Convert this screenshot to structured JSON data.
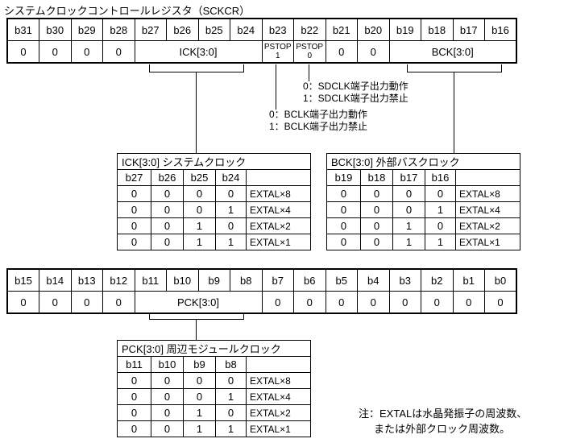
{
  "title": "システムクロックコントロールレジスタ（SCKCR）",
  "colors": {
    "text": "#000000",
    "border": "#000000",
    "background": "#ffffff"
  },
  "reg_high": {
    "bit_labels": [
      "b31",
      "b30",
      "b29",
      "b28",
      "b27",
      "b26",
      "b25",
      "b24",
      "b23",
      "b22",
      "b21",
      "b20",
      "b19",
      "b18",
      "b17",
      "b16"
    ],
    "value_row": {
      "b31_b28": [
        "0",
        "0",
        "0",
        "0"
      ],
      "ick": "ICK[3:0]",
      "pstop1": [
        "PSTOP",
        "1"
      ],
      "pstop0": [
        "PSTOP",
        "0"
      ],
      "b21_b20": [
        "0",
        "0"
      ],
      "bck": "BCK[3:0]"
    }
  },
  "annotations": {
    "pstop0_note": {
      "lines": [
        "0：SDCLK端子出力動作",
        "1：SDCLK端子出力禁止"
      ]
    },
    "pstop1_note": {
      "lines": [
        "0：BCLK端子出力動作",
        "1：BCLK端子出力禁止"
      ]
    }
  },
  "ick_table": {
    "title": "ICK[3:0] システムクロック",
    "columns": [
      "b27",
      "b26",
      "b25",
      "b24"
    ],
    "rows": [
      [
        "0",
        "0",
        "0",
        "0",
        "EXTAL×8"
      ],
      [
        "0",
        "0",
        "0",
        "1",
        "EXTAL×4"
      ],
      [
        "0",
        "0",
        "1",
        "0",
        "EXTAL×2"
      ],
      [
        "0",
        "0",
        "1",
        "1",
        "EXTAL×1"
      ]
    ]
  },
  "bck_table": {
    "title": "BCK[3:0] 外部バスクロック",
    "columns": [
      "b19",
      "b18",
      "b17",
      "b16"
    ],
    "rows": [
      [
        "0",
        "0",
        "0",
        "0",
        "EXTAL×8"
      ],
      [
        "0",
        "0",
        "0",
        "1",
        "EXTAL×4"
      ],
      [
        "0",
        "0",
        "1",
        "0",
        "EXTAL×2"
      ],
      [
        "0",
        "0",
        "1",
        "1",
        "EXTAL×1"
      ]
    ]
  },
  "reg_low": {
    "bit_labels": [
      "b15",
      "b14",
      "b13",
      "b12",
      "b11",
      "b10",
      "b9",
      "b8",
      "b7",
      "b6",
      "b5",
      "b4",
      "b3",
      "b2",
      "b1",
      "b0"
    ],
    "value_row": {
      "b15_b12": [
        "0",
        "0",
        "0",
        "0"
      ],
      "pck": "PCK[3:0]",
      "b7_b0": [
        "0",
        "0",
        "0",
        "0",
        "0",
        "0",
        "0",
        "0"
      ]
    }
  },
  "pck_table": {
    "title": "PCK[3:0] 周辺モジュールクロック",
    "columns": [
      "b11",
      "b10",
      "b9",
      "b8"
    ],
    "rows": [
      [
        "0",
        "0",
        "0",
        "0",
        "EXTAL×8"
      ],
      [
        "0",
        "0",
        "0",
        "1",
        "EXTAL×4"
      ],
      [
        "0",
        "0",
        "1",
        "0",
        "EXTAL×2"
      ],
      [
        "0",
        "0",
        "1",
        "1",
        "EXTAL×1"
      ]
    ]
  },
  "note": {
    "lines": [
      "注：EXTALは水晶発振子の周波数、",
      "または外部クロック周波数。"
    ]
  }
}
